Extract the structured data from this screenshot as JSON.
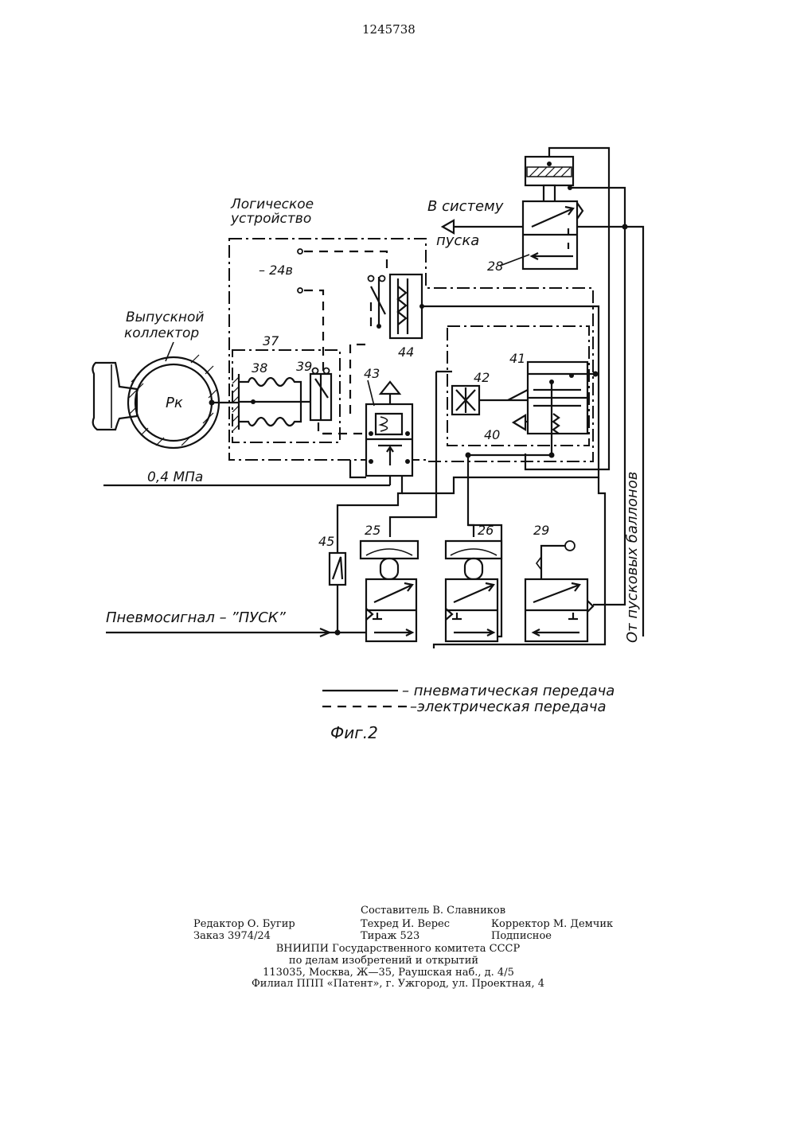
{
  "patent_number": "1245738",
  "labels": {
    "logic_device_1": "Логическое",
    "logic_device_2": "устройство",
    "to_system_1": "В систему",
    "to_system_2": "пуска",
    "voltage": "– 24в",
    "exhaust_1": "Выпускной",
    "exhaust_2": "коллектор",
    "pressure": "Pк",
    "pressure_value": "0,4 МПа",
    "start_signal": "Пневмосигнал – ”ПУСК”",
    "from_cylinders": "От пусковых баллонов"
  },
  "component_numbers": {
    "n28": "28",
    "n37": "37",
    "n38": "38",
    "n39": "39",
    "n40": "40",
    "n41": "41",
    "n42": "42",
    "n43": "43",
    "n44": "44",
    "n45": "45",
    "n25": "25",
    "n26": "26",
    "n29": "29"
  },
  "legend": {
    "pneumatic": "– пневматическая передача",
    "electric": "–электрическая передача"
  },
  "figure_caption": "Фиг.2",
  "imprint": {
    "compiler": "Составитель В. Славников",
    "editor": "Редактор О. Бугир",
    "techred": "Техред И. Верес",
    "corrector": "Корректор М. Демчик",
    "order": "Заказ 3974/24",
    "circulation": "Тираж 523",
    "subscription": "Подписное",
    "org1": "ВНИИПИ Государственного комитета СССР",
    "org2": "по делам изобретений и открытий",
    "address": "113035, Москва, Ж—35, Раушская наб., д. 4/5",
    "branch": "Филиал ППП «Патент», г. Ужгород, ул. Проектная, 4"
  }
}
